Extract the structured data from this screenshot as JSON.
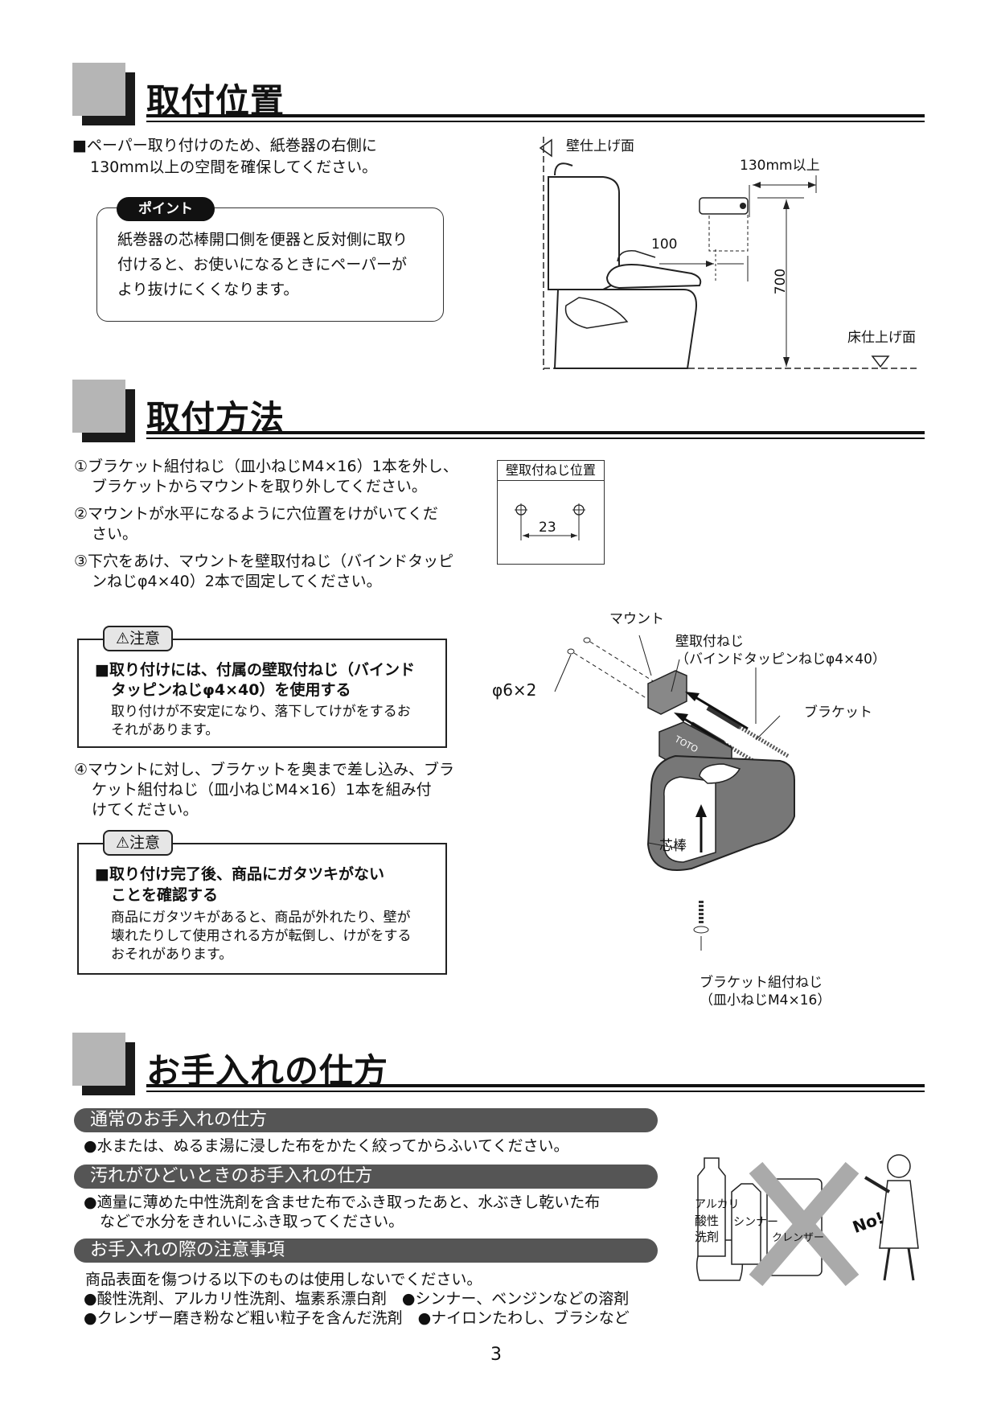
{
  "s1": {
    "title": "取付位置",
    "bullet_l1": "■ペーパー取り付けのため、紙巻器の右側に",
    "bullet_l2": "130mm以上の空間を確保してください。",
    "point_tag": "ポイント",
    "point_l1": "紙巻器の芯棒開口側を便器と反対側に取り",
    "point_l2": "付けると、お使いになるときにペーパーが",
    "point_l3": "より抜けにくくなります。",
    "diagram": {
      "wall_label": "壁仕上げ面",
      "space_label": "130mm以上",
      "dim_100": "100",
      "dim_700": "700",
      "floor_label": "床仕上げ面"
    }
  },
  "s2": {
    "title": "取付方法",
    "step1_l1": "①ブラケット組付ねじ（皿小ねじM4×16）1本を外し、",
    "step1_l2": "ブラケットからマウントを取り外してください。",
    "step2_l1": "②マウントが水平になるように穴位置をけがいてくだ",
    "step2_l2": "さい。",
    "step3_l1": "③下穴をあけ、マウントを壁取付ねじ（バインドタッピ",
    "step3_l2": "ンねじφ4×40）2本で固定してください。",
    "screw_pos_title": "壁取付ねじ位置",
    "screw_pos_dim": "23",
    "caution1": {
      "tag": "⚠注意",
      "h1": "■取り付けには、付属の壁取付ねじ（バインド",
      "h2": "タッピンねじφ4×40）を使用する",
      "b1": "取り付けが不安定になり、落下してけがをするお",
      "b2": "それがあります。"
    },
    "step4_l1": "④マウントに対し、ブラケットを奥まで差し込み、ブラ",
    "step4_l2": "ケット組付ねじ（皿小ねじM4×16）1本を組み付",
    "step4_l3": "けてください。",
    "caution2": {
      "tag": "⚠注意",
      "h1": "■取り付け完了後、商品にガタツキがない",
      "h2": "ことを確認する",
      "b1": "商品にガタツキがあると、商品が外れたり、壁が",
      "b2": "壊れたりして使用される方が転倒し、けがをする",
      "b3": "おそれがあります。"
    },
    "labels": {
      "mount": "マウント",
      "wall_screw_l1": "壁取付ねじ",
      "wall_screw_l2": "（バインドタッピンねじφ4×40）",
      "hole": "φ6×2",
      "bracket": "ブラケット",
      "core": "芯棒",
      "bracket_screw_l1": "ブラケット組付ねじ",
      "bracket_screw_l2": "（皿小ねじM4×16）",
      "brand": "TOTO"
    }
  },
  "s3": {
    "title": "お手入れの仕方",
    "pill1": "通常のお手入れの仕方",
    "text1": "●水または、ぬるま湯に浸した布をかたく絞ってからふいてください。",
    "pill2": "汚れがひどいときのお手入れの仕方",
    "text2_l1": "●適量に薄めた中性洗剤を含ませた布でふき取ったあと、水ぶきし乾いた布",
    "text2_l2": "などで水分をきれいにふき取ってください。",
    "pill3": "お手入れの際の注意事項",
    "text3_l1": "商品表面を傷つける以下のものは使用しないでください。",
    "text3_l2": "●酸性洗剤、アルカリ性洗剤、塩素系漂白剤　●シンナー、ベンジンなどの溶剤",
    "text3_l3": "●クレンザー磨き粉など粗い粒子を含んだ洗剤　●ナイロンたわし、ブラシなど",
    "illus": {
      "bottle1_l1": "アルカリ",
      "bottle1_l2": "酸性",
      "bottle1_l3": "洗剤",
      "bottle2": "シンナー",
      "can": "クレンザー",
      "no": "No!"
    }
  },
  "page_number": "3"
}
